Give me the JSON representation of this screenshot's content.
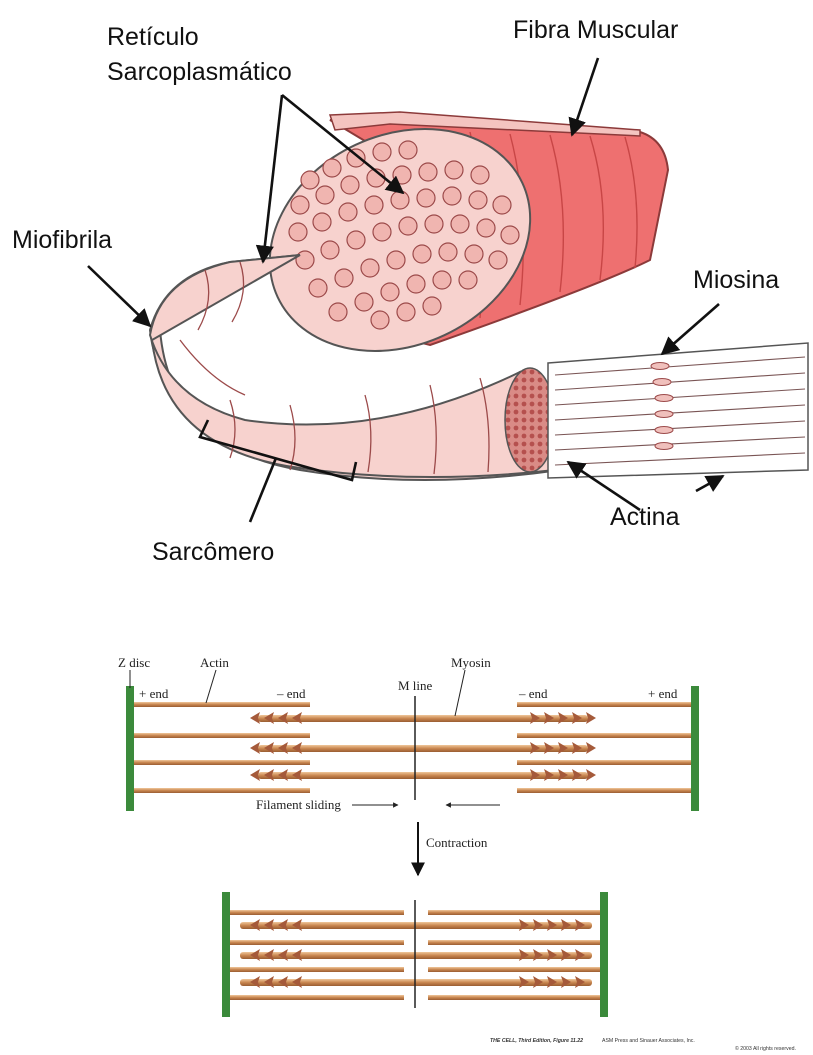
{
  "labels": {
    "reticulo_line1": "Retículo",
    "reticulo_line2": "Sarcoplasmático",
    "fibra_muscular": "Fibra Muscular",
    "miofibrila": "Miofibrila",
    "miosina": "Miosina",
    "actina": "Actina",
    "sarcomero": "Sarcômero"
  },
  "sliding": {
    "z_disc": "Z disc",
    "actin": "Actin",
    "myosin": "Myosin",
    "m_line": "M line",
    "plus_end_left": "+ end",
    "minus_end_left": "– end",
    "minus_end_right": "– end",
    "plus_end_right": "+ end",
    "filament_sliding": "Filament sliding",
    "contraction": "Contraction"
  },
  "credit": {
    "title": "THE CELL, Third Edition, Figure 11.22",
    "publisher": "ASM Press and Sinauer Associates, Inc.",
    "rights": "© 2003 All rights reserved."
  },
  "colors": {
    "muscle_red": "#ee7070",
    "tissue_pink": "#f7d2ce",
    "z_disc_green": "#3b8a3b",
    "filament_tan": "#d39a6a",
    "myosin_head": "#a55a3a"
  }
}
